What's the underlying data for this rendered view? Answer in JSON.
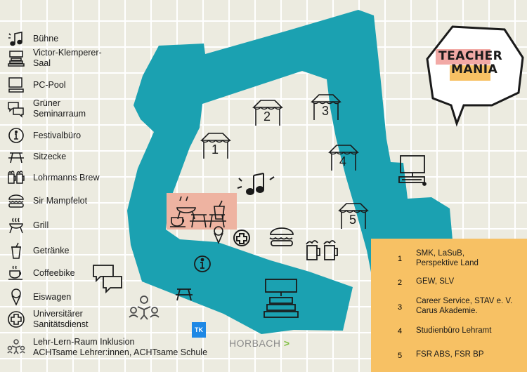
{
  "legend": [
    {
      "icon": "stage-music-icon",
      "label": "Bühne"
    },
    {
      "icon": "lecture-hall-icon",
      "label": "Victor-Klemperer-\nSaal"
    },
    {
      "icon": "computer-icon",
      "label": "PC-Pool"
    },
    {
      "icon": "chat-bubbles-icon",
      "label": "Grüner\nSeminarraum"
    },
    {
      "icon": "info-icon",
      "label": "Festivalbüro"
    },
    {
      "icon": "picnic-table-icon",
      "label": "Sitzecke"
    },
    {
      "icon": "beer-mugs-icon",
      "label": "Lohrmanns Brew"
    },
    {
      "icon": "burger-icon",
      "label": "Sir Mampfelot"
    },
    {
      "icon": "grill-icon",
      "label": "Grill"
    },
    {
      "icon": "drink-cup-icon",
      "label": "Getränke"
    },
    {
      "icon": "coffee-cup-icon",
      "label": "Coffeebike"
    },
    {
      "icon": "ice-cream-icon",
      "label": "Eiswagen"
    },
    {
      "icon": "medical-cross-icon",
      "label": "Universitärer\nSanitätsdienst"
    },
    {
      "icon": "people-group-icon",
      "label": "Lehr-Lern-Raum Inklusion\nACHTsame Lehrer:innen, ACHTsame Schule"
    }
  ],
  "logo": {
    "line1": "TEACHER",
    "line2": "MANIA"
  },
  "tents": [
    {
      "number": "1",
      "label": "SMK, LaSuB,\nPerspektive Land"
    },
    {
      "number": "2",
      "label": "GEW, SLV"
    },
    {
      "number": "3",
      "label": "Career Service, STAV e. V.\nCarus Akademie."
    },
    {
      "number": "4",
      "label": "Studienbüro Lehramt"
    },
    {
      "number": "5",
      "label": "FSR ABS, FSR BP"
    }
  ],
  "sponsors": {
    "horbach": "HORBACH",
    "horbach_mark": ">",
    "tk": "TK"
  },
  "colors": {
    "path": "#1ba1b1",
    "food_zone": "#eeb3a1",
    "info_box": "#f7c164",
    "logo_pink": "#f2a9a5",
    "logo_yellow": "#f7c164",
    "background": "#ecebe0"
  }
}
